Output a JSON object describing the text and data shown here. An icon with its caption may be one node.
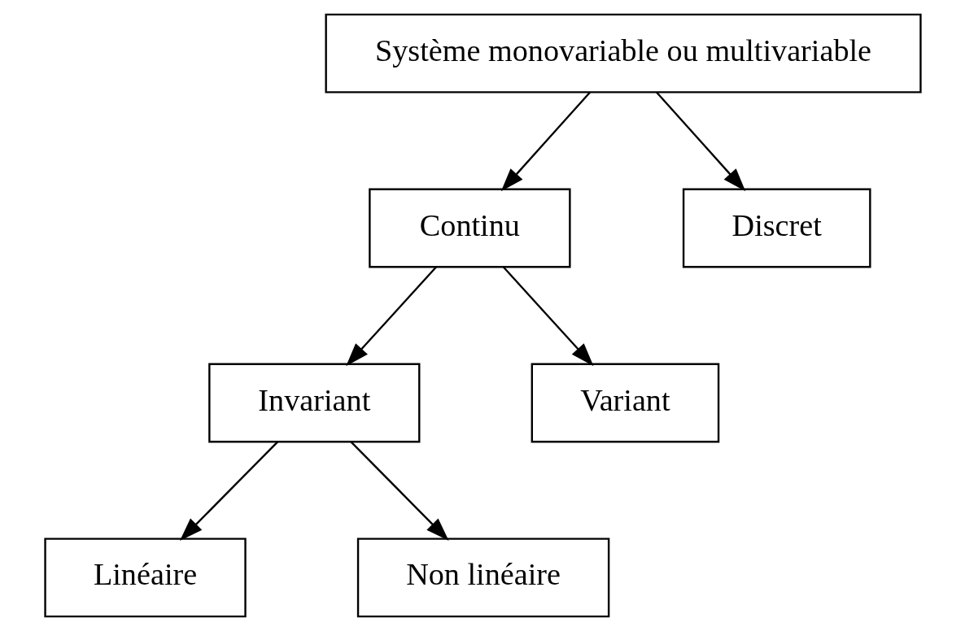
{
  "diagram": {
    "nodes": [
      {
        "text": [
          "Système monovariable ou multivariable"
        ]
      },
      {
        "text": [
          "Continu"
        ]
      },
      {
        "text": [
          "Discret"
        ]
      },
      {
        "text": [
          "Invariant"
        ]
      },
      {
        "text": [
          "Variant"
        ]
      },
      {
        "text": [
          "Linéaire"
        ]
      },
      {
        "text": [
          "Non linéaire"
        ]
      }
    ],
    "edges": [
      {
        "from": 0,
        "to": 1,
        "arrow": "to"
      },
      {
        "from": 0,
        "to": 2,
        "arrow": "to"
      },
      {
        "from": 1,
        "to": 3,
        "arrow": "to"
      },
      {
        "from": 1,
        "to": 4,
        "arrow": "to"
      },
      {
        "from": 3,
        "to": 5,
        "arrow": "to"
      },
      {
        "from": 3,
        "to": 6,
        "arrow": "to"
      }
    ]
  }
}
